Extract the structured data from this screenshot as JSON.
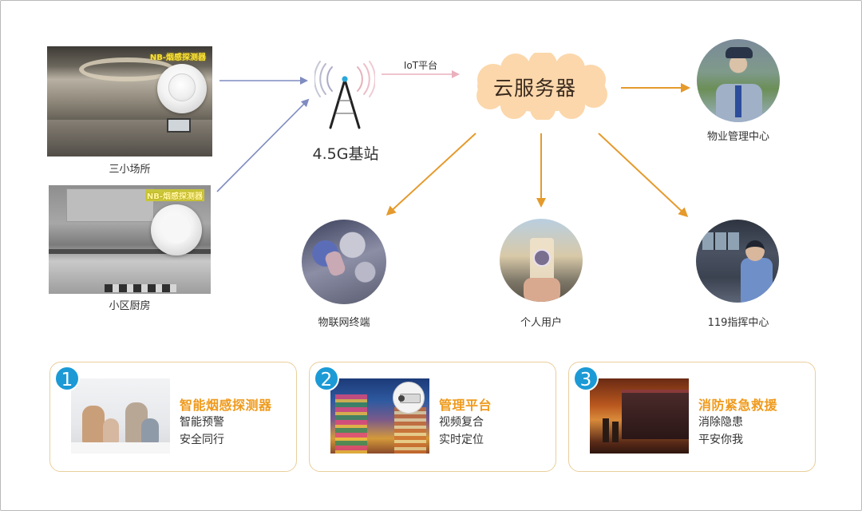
{
  "sources": [
    {
      "id": "office",
      "caption": "三小场所",
      "tag": "NB-烟感探测器"
    },
    {
      "id": "kitchen",
      "caption": "小区厨房",
      "tag": "NB-烟感探测器"
    }
  ],
  "tower": {
    "label": "4.5G基站",
    "link_label": "IoT平台"
  },
  "cloud": {
    "label": "云服务器"
  },
  "destinations": [
    {
      "id": "property",
      "caption": "物业管理中心"
    },
    {
      "id": "iot-terminal",
      "caption": "物联网终端"
    },
    {
      "id": "personal-user",
      "caption": "个人用户"
    },
    {
      "id": "command-119",
      "caption": "119指挥中心"
    }
  ],
  "cards": [
    {
      "number": "1",
      "title": "智能烟感探测器",
      "line1": "智能预警",
      "line2": "安全同行"
    },
    {
      "number": "2",
      "title": "管理平台",
      "line1": "视频复合",
      "line2": "实时定位"
    },
    {
      "number": "3",
      "title": "消防紧急救援",
      "line1": "消除隐患",
      "line2": "平安你我"
    }
  ],
  "colors": {
    "blue_arrow": "#7f8cc0",
    "pink_arrow": "#eab1bd",
    "orange_arrow": "#e59a2c",
    "cloud_fill": "#fbd7ab",
    "card_border": "#e9cf9c",
    "card_title": "#ef9a1c",
    "badge_blue": "#1b9ad6"
  }
}
